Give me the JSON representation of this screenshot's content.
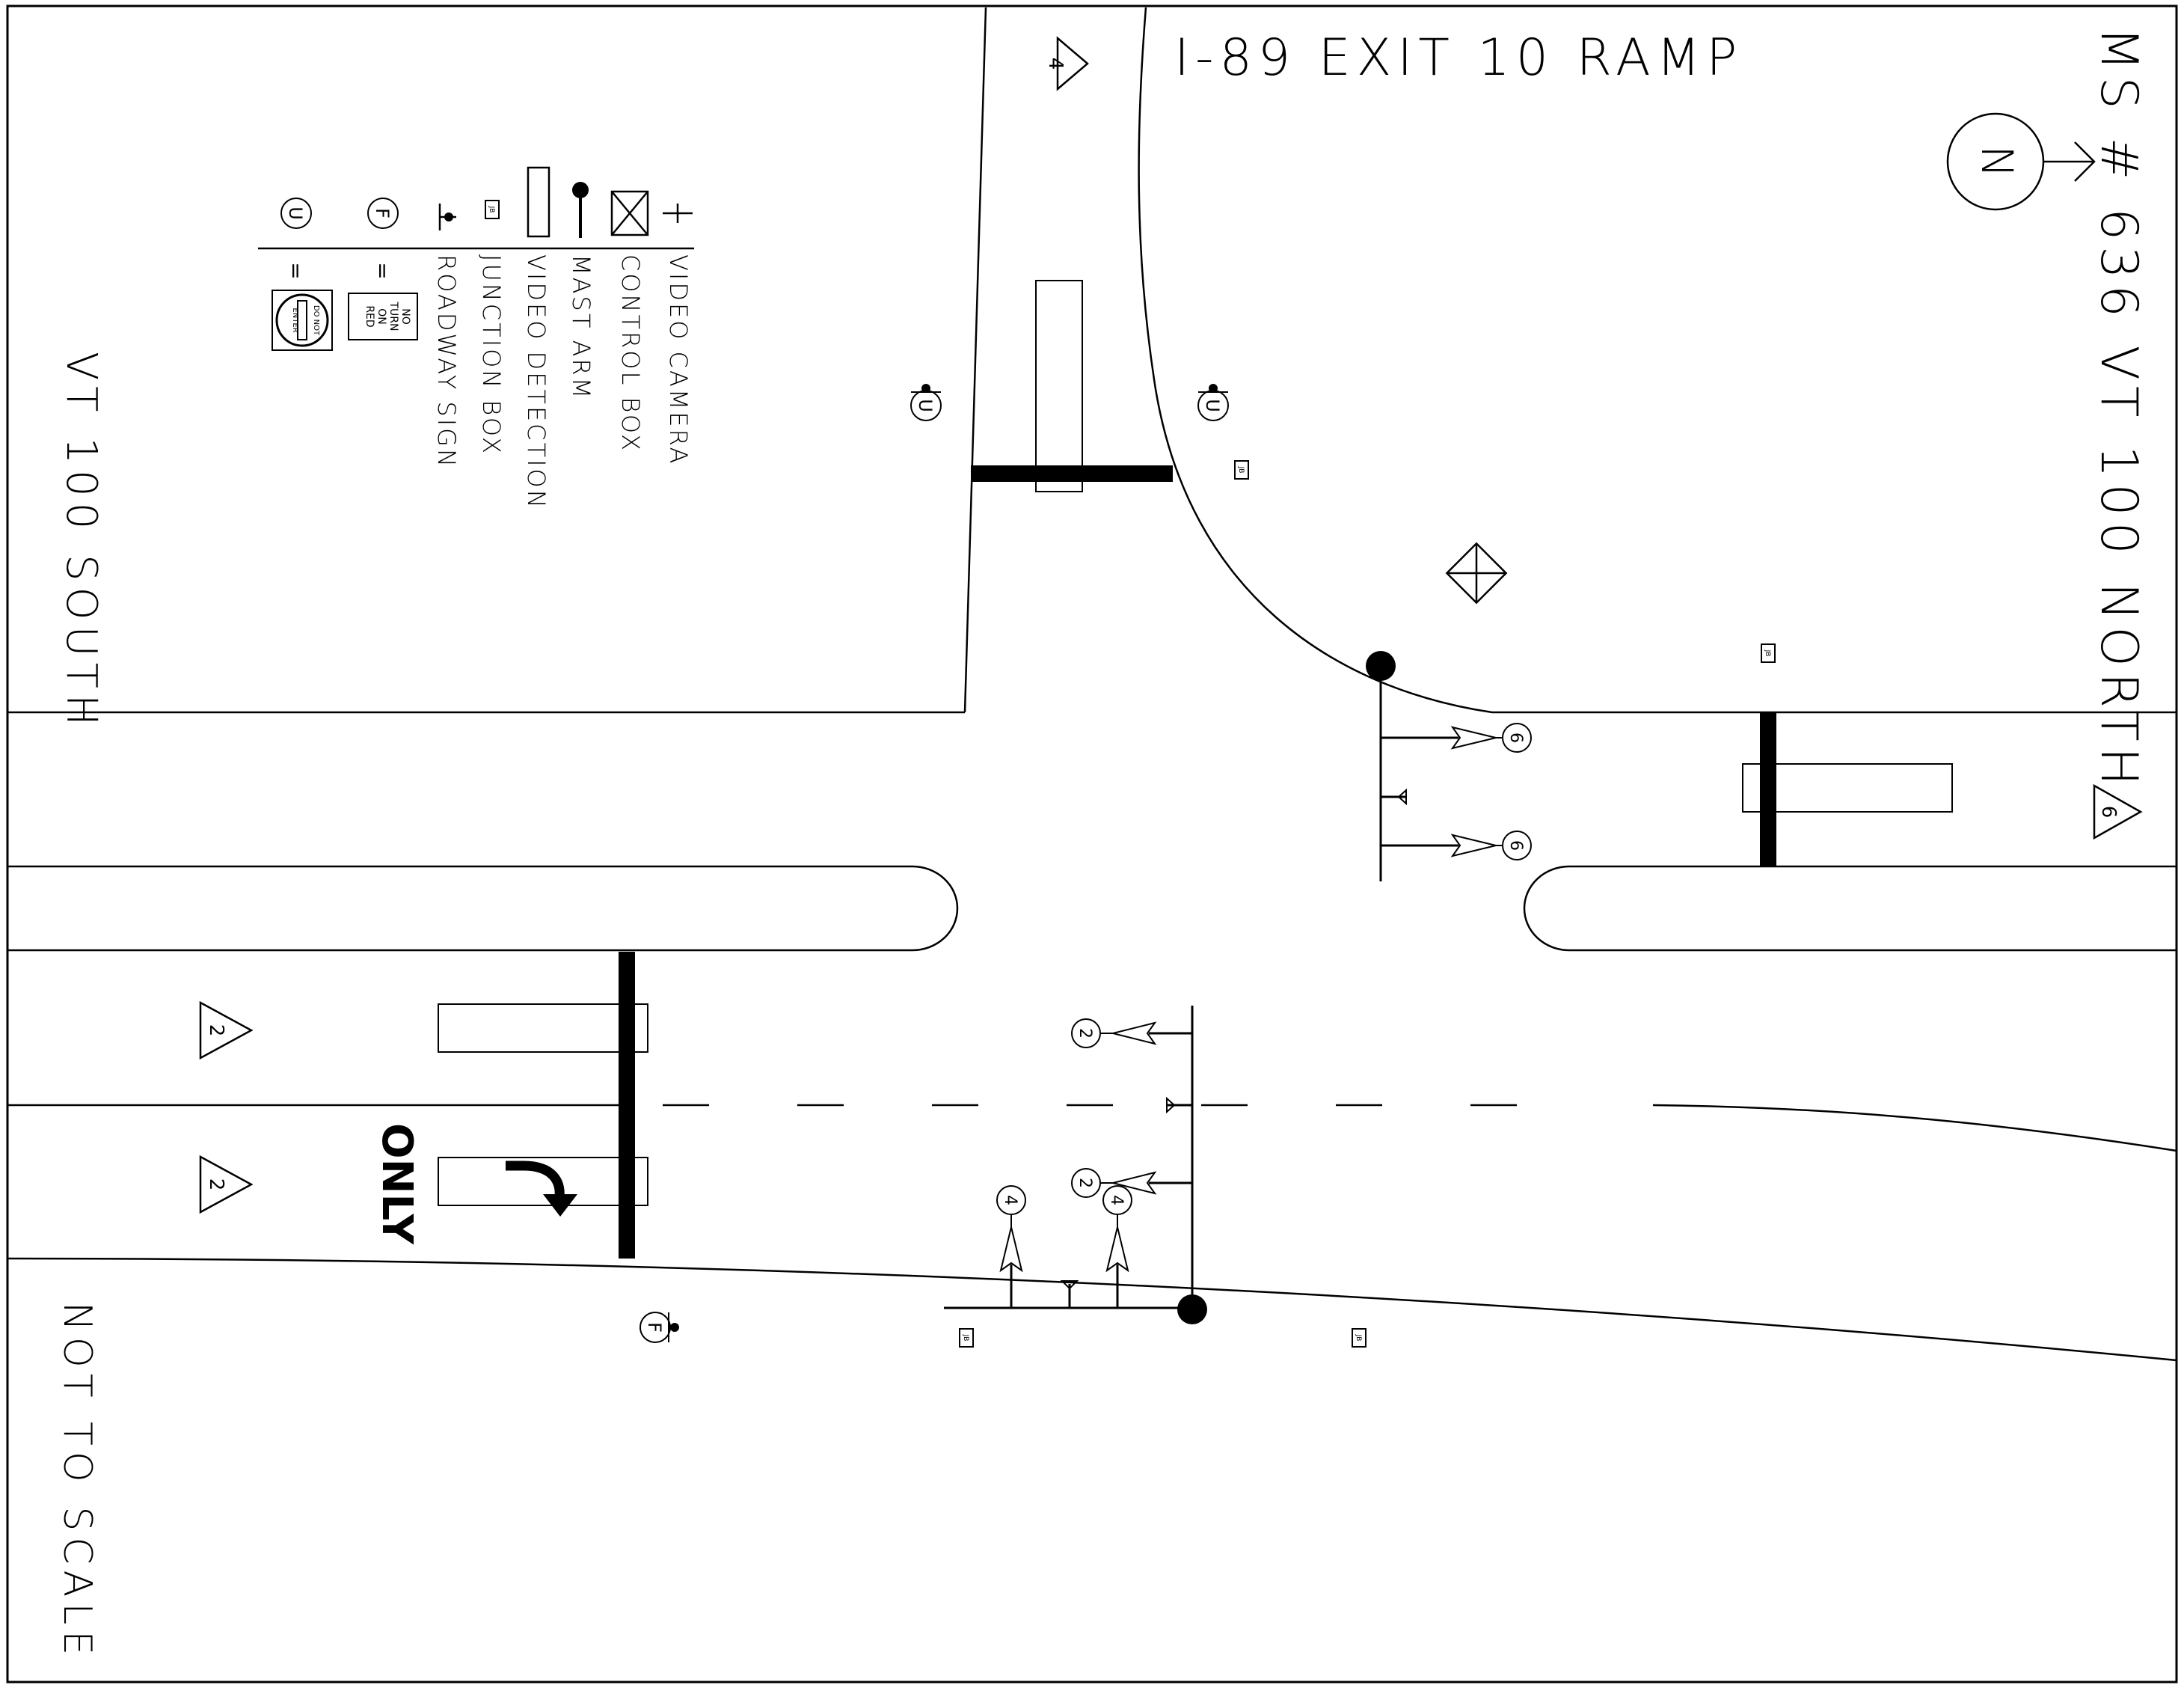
{
  "title": "I-89 EXIT 10 RAMP",
  "sheet_label": "MS # 636 VT 100 NORTH",
  "south_label": "VT 100 SOUTH",
  "scale_note": "NOT TO SCALE",
  "north_arrow": {
    "letter": "N"
  },
  "legend": {
    "items": [
      {
        "symbol": "video-camera-icon",
        "label": "VIDEO CAMERA"
      },
      {
        "symbol": "control-box-icon",
        "label": "CONTROL BOX"
      },
      {
        "symbol": "mast-arm-icon",
        "label": "MAST ARM"
      },
      {
        "symbol": "video-detection-icon",
        "label": "VIDEO DETECTION"
      },
      {
        "symbol": "junction-box-icon",
        "label": "JUNCTION BOX"
      },
      {
        "symbol": "roadway-sign-icon",
        "label": "ROADWAY SIGN"
      }
    ],
    "sign_f": {
      "letter": "F",
      "equals": "=",
      "sign_text": [
        "NO",
        "TURN",
        "ON",
        "RED"
      ]
    },
    "sign_u": {
      "letter": "U",
      "equals": "=",
      "sign_text": [
        "DO NOT",
        "ENTER"
      ]
    }
  },
  "phases": {
    "ramp": "4",
    "north": "6",
    "south_upper": "2",
    "south_lower": "2"
  },
  "signal_heads": {
    "north_a": "6",
    "north_b": "6",
    "south_a": "2",
    "south_b": "2",
    "ramp_a": "4",
    "ramp_b": "4"
  },
  "junction_box_label": "JB",
  "roadway_signs": {
    "ramp_left": "U",
    "ramp_right": "U",
    "south_corner": "F"
  },
  "pavement_marking": "ONLY"
}
